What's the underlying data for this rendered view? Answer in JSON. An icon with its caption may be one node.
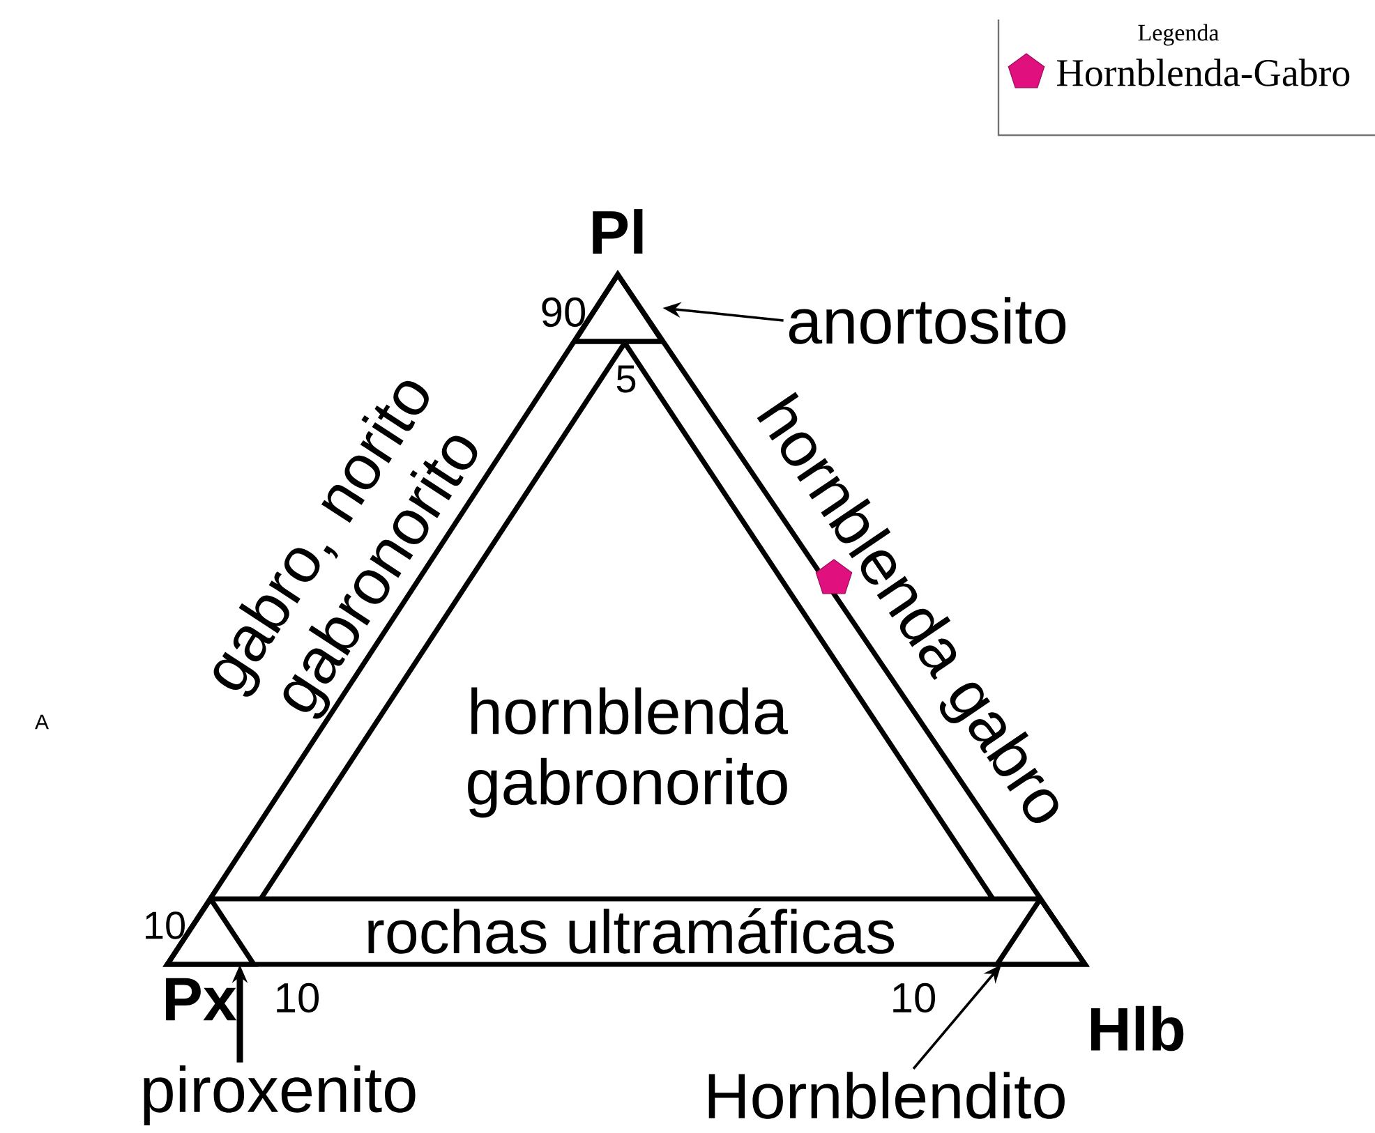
{
  "diagram": {
    "nodes": [
      {
        "text": [
          "anortosito"
        ]
      },
      {
        "text": [],
        "shape": "triangle"
      },
      {
        "text": [
          "piroxenito"
        ]
      },
      {
        "text": [],
        "shape": "triangle"
      },
      {
        "text": [
          "Hornblendito"
        ]
      },
      {
        "text": [],
        "shape": "triangle"
      }
    ],
    "edges": [
      {
        "from": 0,
        "to": 1,
        "arrow": "to"
      },
      {
        "from": 2,
        "to": 3,
        "arrow": "to",
        "style": "thick"
      },
      {
        "from": 4,
        "to": 5,
        "arrow": "to"
      }
    ],
    "labels": [
      "Pl",
      "90",
      "5",
      "gabro, norito gabronorito",
      "hornblenda gabro",
      "hornblenda gabronorito",
      "rochas ultramáficas",
      "10",
      "Px",
      "10",
      "10",
      "Hlb",
      "A",
      "Legenda"
    ],
    "legend": [
      {
        "text": "Hornblenda-Gabro",
        "color": "#e0107f"
      }
    ]
  }
}
